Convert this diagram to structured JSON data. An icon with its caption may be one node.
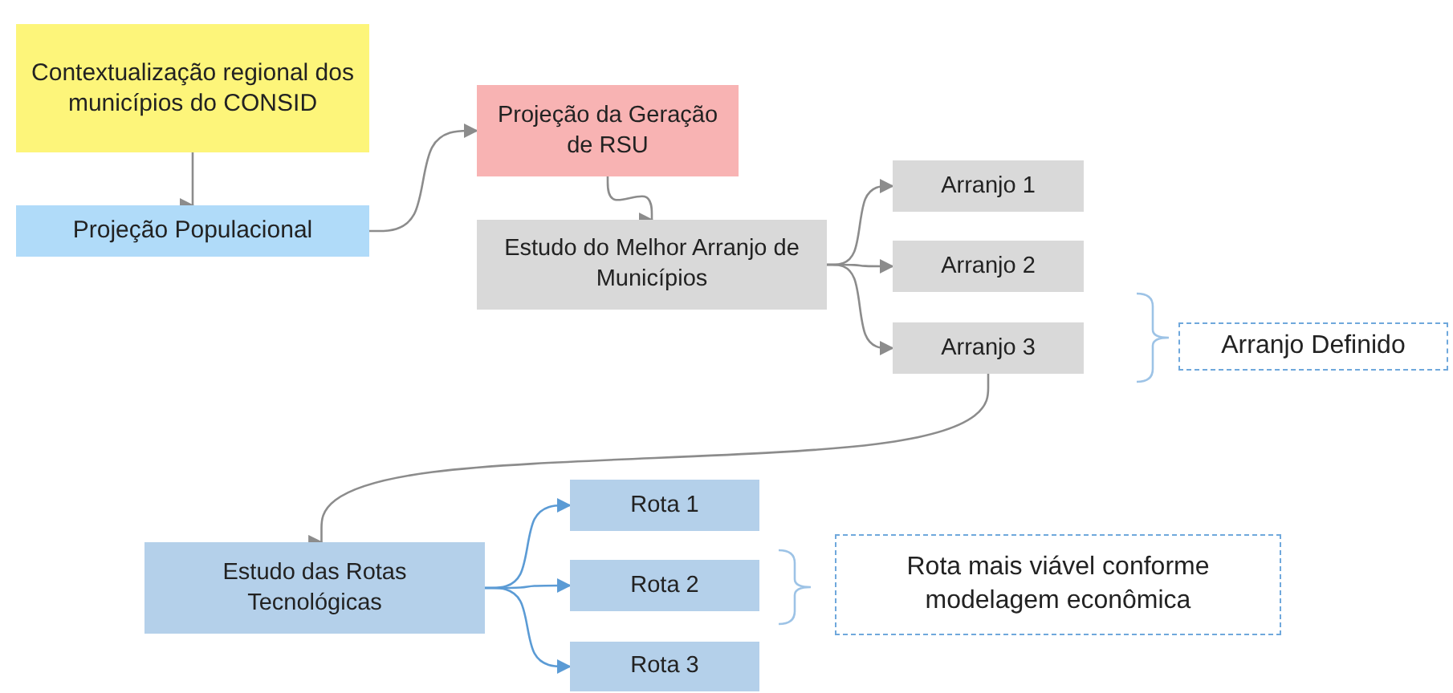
{
  "diagram": {
    "nodes": [
      {
        "text": [
          "Contextualização regional dos municípios do CONSID"
        ]
      },
      {
        "text": [
          "Projeção Populacional"
        ]
      },
      {
        "text": [
          "Projeção da Geração de RSU"
        ]
      },
      {
        "text": [
          "Estudo do Melhor Arranjo de Municípios"
        ]
      },
      {
        "text": [
          "Arranjo 1"
        ]
      },
      {
        "text": [
          "Arranjo 2"
        ]
      },
      {
        "text": [
          "Arranjo 3"
        ]
      },
      {
        "text": [
          "Arranjo Definido"
        ]
      },
      {
        "text": [
          "Estudo das Rotas Tecnológicas"
        ]
      },
      {
        "text": [
          "Rota 1"
        ]
      },
      {
        "text": [
          "Rota 2"
        ]
      },
      {
        "text": [
          "Rota 3"
        ]
      },
      {
        "text": [
          "Rota mais viável conforme modelagem econômica"
        ]
      }
    ],
    "edges": [
      {
        "from": 0,
        "to": 1,
        "arrow": "to"
      },
      {
        "from": 1,
        "to": 2,
        "arrow": "to"
      },
      {
        "from": 2,
        "to": 3,
        "arrow": "to"
      },
      {
        "from": 3,
        "to": 4,
        "arrow": "to"
      },
      {
        "from": 3,
        "to": 5,
        "arrow": "to"
      },
      {
        "from": 3,
        "to": 6,
        "arrow": "to"
      },
      {
        "from": 6,
        "to": 8,
        "arrow": "to"
      },
      {
        "from": 8,
        "to": 9,
        "arrow": "to",
        "color": "#5b9bd5"
      },
      {
        "from": 8,
        "to": 10,
        "arrow": "to",
        "color": "#5b9bd5"
      },
      {
        "from": 8,
        "to": 11,
        "arrow": "to",
        "color": "#5b9bd5"
      }
    ]
  }
}
